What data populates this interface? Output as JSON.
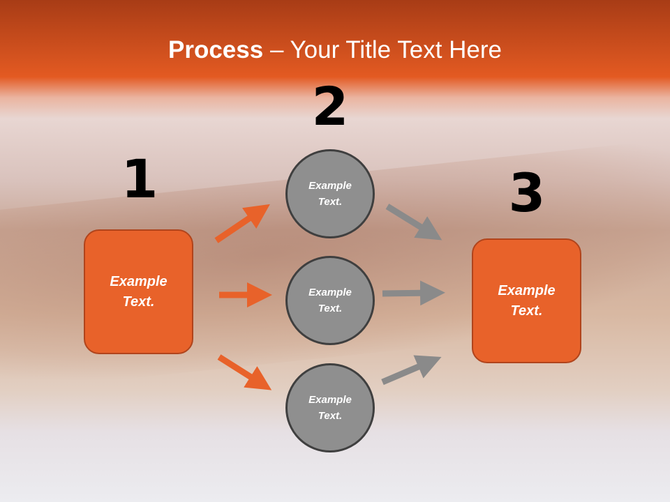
{
  "title": {
    "bold": "Process",
    "rest": " – Your Title Text Here"
  },
  "steps": [
    "1",
    "2",
    "3"
  ],
  "left_box": {
    "line1": "Example",
    "line2": "Text."
  },
  "right_box": {
    "line1": "Example",
    "line2": "Text."
  },
  "circles": [
    {
      "line1": "Example",
      "line2": "Text."
    },
    {
      "line1": "Example",
      "line2": "Text."
    },
    {
      "line1": "Example",
      "line2": "Text."
    }
  ],
  "colors": {
    "accent": "#e8622a",
    "circle": "#8f8f8f",
    "gray_arrow": "#8a8a8a"
  }
}
